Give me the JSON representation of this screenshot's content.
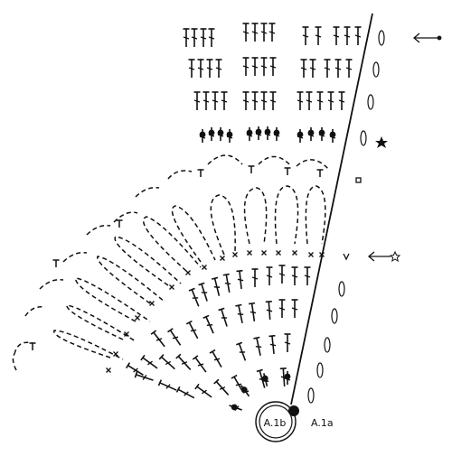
{
  "diagram": {
    "type": "crochet-chart",
    "stroke_color": "#111111",
    "background": "#ffffff",
    "labels": {
      "ring_label": "A.1b",
      "side_label": "A.1a"
    },
    "markers": [
      {
        "id": "start-arrow",
        "icon": "arrow-left-dot-icon"
      },
      {
        "id": "star-marker",
        "icon": "star-icon"
      },
      {
        "id": "square-marker",
        "icon": "small-square-icon"
      },
      {
        "id": "v-marker",
        "icon": "v-stitch-icon"
      },
      {
        "id": "star-arrow",
        "icon": "arrow-left-star-icon"
      }
    ],
    "upper_rows": [
      {
        "name": "dc-row-1",
        "symbol": "double-crochet"
      },
      {
        "name": "dc-row-2",
        "symbol": "double-crochet"
      },
      {
        "name": "dc-row-3",
        "symbol": "double-crochet"
      },
      {
        "name": "bobble-row",
        "symbol": "bobble"
      }
    ]
  }
}
